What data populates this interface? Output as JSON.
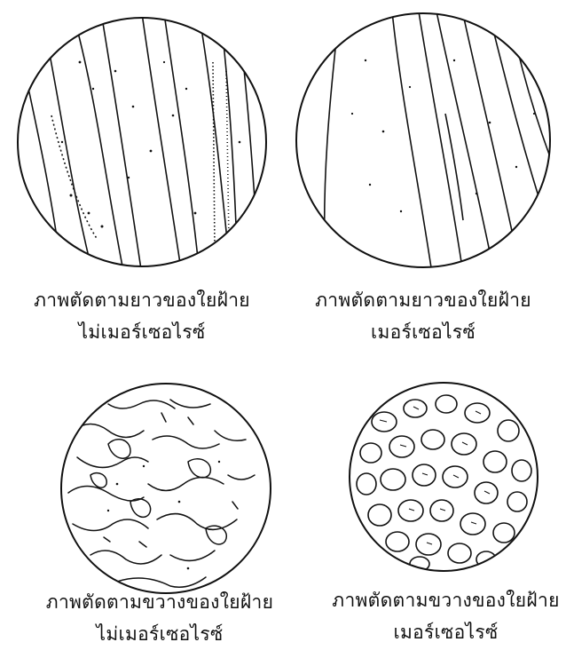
{
  "figures": [
    {
      "id": "longitudinal-non-mercerized",
      "caption_line1": "ภาพตัดตามยาวของใยฝ้าย",
      "caption_line2": "ไม่เมอร์เซอไรซ์"
    },
    {
      "id": "longitudinal-mercerized",
      "caption_line1": "ภาพตัดตามยาวของใยฝ้าย",
      "caption_line2": "เมอร์เซอไรซ์"
    },
    {
      "id": "cross-section-non-mercerized",
      "caption_line1": "ภาพตัดตามขวางของใยฝ้าย",
      "caption_line2": "ไม่เมอร์เซอไรซ์"
    },
    {
      "id": "cross-section-mercerized",
      "caption_line1": "ภาพตัดตามขวางของใยฝ้าย",
      "caption_line2": "เมอร์เซอไรซ์"
    }
  ],
  "colors": {
    "ink": "#111111",
    "paper": "#ffffff"
  }
}
